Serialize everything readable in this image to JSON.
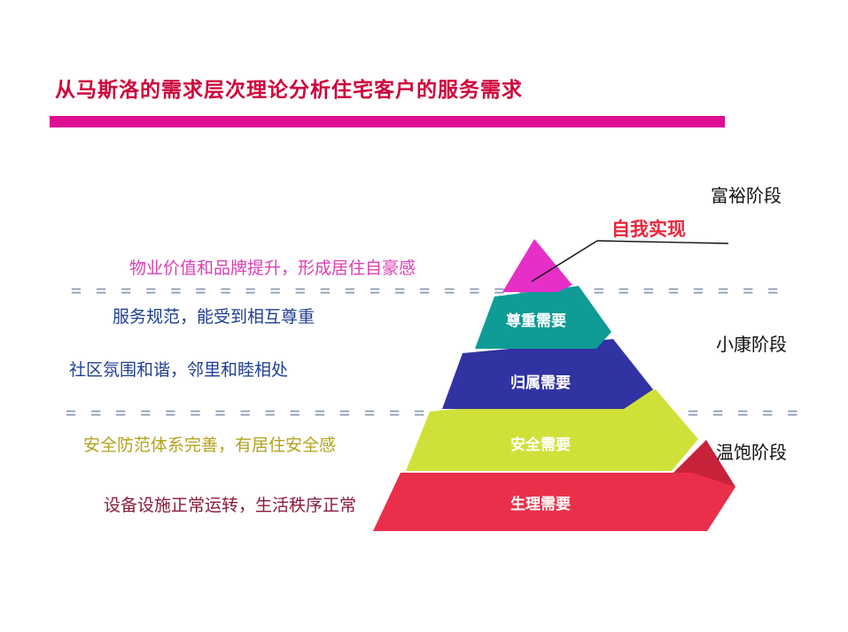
{
  "title": "从马斯洛的需求层次理论分析住宅客户的服务需求",
  "colors": {
    "title": "#d0003a",
    "title_bar": "#dd0e92",
    "self_actualization": "#e62fc6",
    "esteem": "#0f9b96",
    "belonging": "#3133a3",
    "safety": "#cfe138",
    "physiological": "#ea2f4a",
    "dashed_line": "#8a9bb2"
  },
  "stages": {
    "wealthy": "富裕阶段",
    "moderate": "小康阶段",
    "subsistence": "温饱阶段"
  },
  "pyramid": {
    "self_actualization": "自我实现",
    "esteem": "尊重需要",
    "belonging": "归属需要",
    "safety": "安全需要",
    "physiological": "生理需要"
  },
  "notes": {
    "self_actualization": "物业价值和品牌提升，形成居住自豪感",
    "esteem": "服务规范，能受到相互尊重",
    "belonging": "社区氛围和谐，邻里和睦相处",
    "safety": "安全防范体系完善，有居住安全感",
    "physiological": "设备设施正常运转，生活秩序正常"
  }
}
